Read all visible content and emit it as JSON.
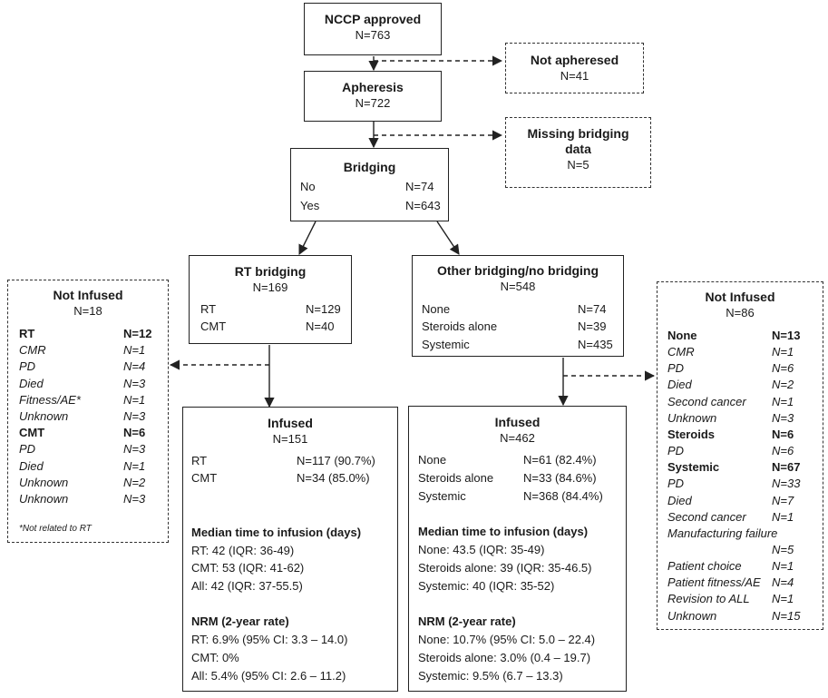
{
  "nccp": {
    "title": "NCCP approved",
    "n": "N=763"
  },
  "not_apheresed": {
    "title": "Not apheresed",
    "n": "N=41"
  },
  "apheresis": {
    "title": "Apheresis",
    "n": "N=722"
  },
  "missing_bridging": {
    "title1": "Missing bridging",
    "title2": "data",
    "n": "N=5"
  },
  "bridging": {
    "title": "Bridging",
    "rows": [
      {
        "label": "No",
        "value": "N=74"
      },
      {
        "label": "Yes",
        "value": "N=643"
      }
    ]
  },
  "rt_bridging": {
    "title": "RT bridging",
    "n": "N=169",
    "rows": [
      {
        "label": "RT",
        "value": "N=129"
      },
      {
        "label": "CMT",
        "value": "N=40"
      }
    ]
  },
  "other_bridging": {
    "title": "Other bridging/no bridging",
    "n": "N=548",
    "rows": [
      {
        "label": "None",
        "value": "N=74"
      },
      {
        "label": "Steroids alone",
        "value": "N=39"
      },
      {
        "label": "Systemic",
        "value": "N=435"
      }
    ]
  },
  "not_infused_left": {
    "title": "Not Infused",
    "n": "N=18",
    "rows": [
      {
        "label": "RT",
        "value": "N=12",
        "style": "b"
      },
      {
        "label": "CMR",
        "value": "N=1",
        "style": "i"
      },
      {
        "label": "PD",
        "value": "N=4",
        "style": "i"
      },
      {
        "label": "Died",
        "value": "N=3",
        "style": "i"
      },
      {
        "label": "Fitness/AE*",
        "value": "N=1",
        "style": "i"
      },
      {
        "label": "Unknown",
        "value": "N=3",
        "style": "i"
      },
      {
        "label": "CMT",
        "value": "N=6",
        "style": "b"
      },
      {
        "label": "PD",
        "value": "N=3",
        "style": "i"
      },
      {
        "label": "Died",
        "value": "N=1",
        "style": "i"
      },
      {
        "label": "Unknown",
        "value": "N=2",
        "style": "i"
      },
      {
        "label": "Unknown",
        "value": "N=3",
        "style": "i"
      }
    ],
    "footnote": "*Not related to RT"
  },
  "not_infused_right": {
    "title": "Not Infused",
    "n": "N=86",
    "rows": [
      {
        "label": "None",
        "value": "N=13",
        "style": "b"
      },
      {
        "label": "CMR",
        "value": "N=1",
        "style": "i"
      },
      {
        "label": "PD",
        "value": "N=6",
        "style": "i"
      },
      {
        "label": "Died",
        "value": "N=2",
        "style": "i"
      },
      {
        "label": "Second cancer",
        "value": "N=1",
        "style": "i"
      },
      {
        "label": "Unknown",
        "value": "N=3",
        "style": "i"
      },
      {
        "label": "Steroids",
        "value": "N=6",
        "style": "b"
      },
      {
        "label": "PD",
        "value": "N=6",
        "style": "i"
      },
      {
        "label": "Systemic",
        "value": "N=67",
        "style": "b"
      },
      {
        "label": "PD",
        "value": "N=33",
        "style": "i"
      },
      {
        "label": "Died",
        "value": "N=7",
        "style": "i"
      },
      {
        "label": "Second cancer",
        "value": "N=1",
        "style": "i"
      },
      {
        "label": "Manufacturing failure",
        "value": "",
        "style": "i"
      },
      {
        "label": "",
        "value": "N=5",
        "style": "i"
      },
      {
        "label": "Patient choice",
        "value": "N=1",
        "style": "i"
      },
      {
        "label": "Patient fitness/AE",
        "value": "N=4",
        "style": "i"
      },
      {
        "label": "Revision to ALL",
        "value": "N=1",
        "style": "i"
      },
      {
        "label": "Unknown",
        "value": "N=15",
        "style": "i"
      }
    ]
  },
  "infused_left": {
    "title": "Infused",
    "n": "N=151",
    "rows": [
      {
        "label": "RT",
        "value": "N=117 (90.7%)"
      },
      {
        "label": "CMT",
        "value": "N=34 (85.0%)"
      }
    ],
    "median_title": "Median time to infusion (days)",
    "median": [
      "RT: 42 (IQR: 36-49)",
      "CMT: 53 (IQR: 41-62)",
      "All: 42 (IQR: 37-55.5)"
    ],
    "nrm_title": "NRM (2-year rate)",
    "nrm": [
      "RT: 6.9% (95% CI: 3.3 – 14.0)",
      "CMT: 0%",
      "All: 5.4% (95% CI: 2.6 – 11.2)"
    ]
  },
  "infused_right": {
    "title": "Infused",
    "n": "N=462",
    "rows": [
      {
        "label": "None",
        "value": "N=61 (82.4%)"
      },
      {
        "label": "Steroids alone",
        "value": "N=33 (84.6%)"
      },
      {
        "label": "Systemic",
        "value": "N=368 (84.4%)"
      }
    ],
    "median_title": "Median time to infusion (days)",
    "median": [
      "None: 43.5 (IQR: 35-49)",
      "Steroids alone: 39 (IQR: 35-46.5)",
      "Systemic: 40 (IQR: 35-52)"
    ],
    "nrm_title": "NRM (2-year rate)",
    "nrm": [
      "None: 10.7% (95% CI: 5.0 – 22.4)",
      "Steroids alone: 3.0% (0.4 – 19.7)",
      "Systemic: 9.5% (6.7 – 13.3)"
    ]
  }
}
